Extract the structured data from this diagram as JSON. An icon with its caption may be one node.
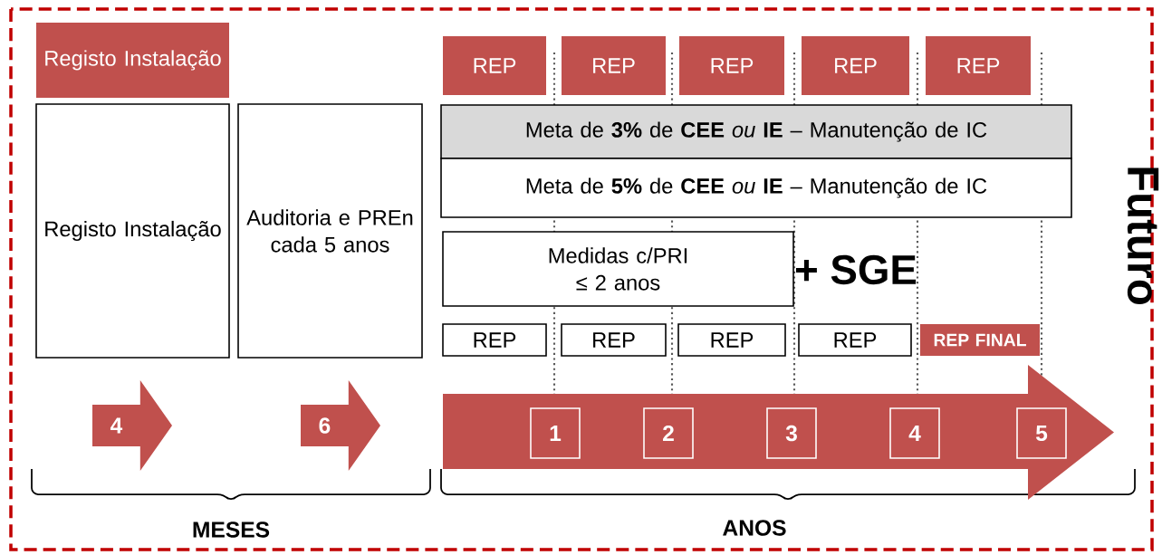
{
  "diagram": {
    "nodes": [
      {
        "text": [
          "Registo Instalação"
        ]
      },
      {
        "text": [
          "Registo Instalação"
        ]
      },
      {
        "text": [
          "Auditoria e PREn cada 5 anos"
        ]
      },
      {
        "text": [
          "REP"
        ]
      },
      {
        "text": [
          "REP"
        ]
      },
      {
        "text": [
          "REP"
        ]
      },
      {
        "text": [
          "REP"
        ]
      },
      {
        "text": [
          "REP"
        ]
      },
      {
        "text": [
          "Meta de **3%** de **CEE** *ou* **IE** – Manutenção de IC"
        ]
      },
      {
        "text": [
          "Meta de **5%** de **CEE** *ou* **IE** – Manutenção de IC"
        ]
      },
      {
        "text": [
          "Medidas c/PRI ≤ 2 anos"
        ]
      },
      {
        "text": [
          "REP"
        ]
      },
      {
        "text": [
          "REP"
        ]
      },
      {
        "text": [
          "REP"
        ]
      },
      {
        "text": [
          "REP"
        ]
      },
      {
        "text": [
          "REP FINAL"
        ]
      },
      {
        "text": [
          "4"
        ]
      },
      {
        "text": [
          "6"
        ]
      },
      {
        "text": [],
        "shape": "arrow"
      },
      {
        "text": [
          "1"
        ],
        "in": 18
      },
      {
        "text": [
          "2"
        ],
        "in": 18
      },
      {
        "text": [
          "3"
        ],
        "in": 18
      },
      {
        "text": [
          "4"
        ],
        "in": 18
      },
      {
        "text": [
          "5"
        ],
        "in": 18
      }
    ],
    "labels": [
      "+ SGE",
      "Futuro",
      "MESES",
      "ANOS"
    ]
  }
}
